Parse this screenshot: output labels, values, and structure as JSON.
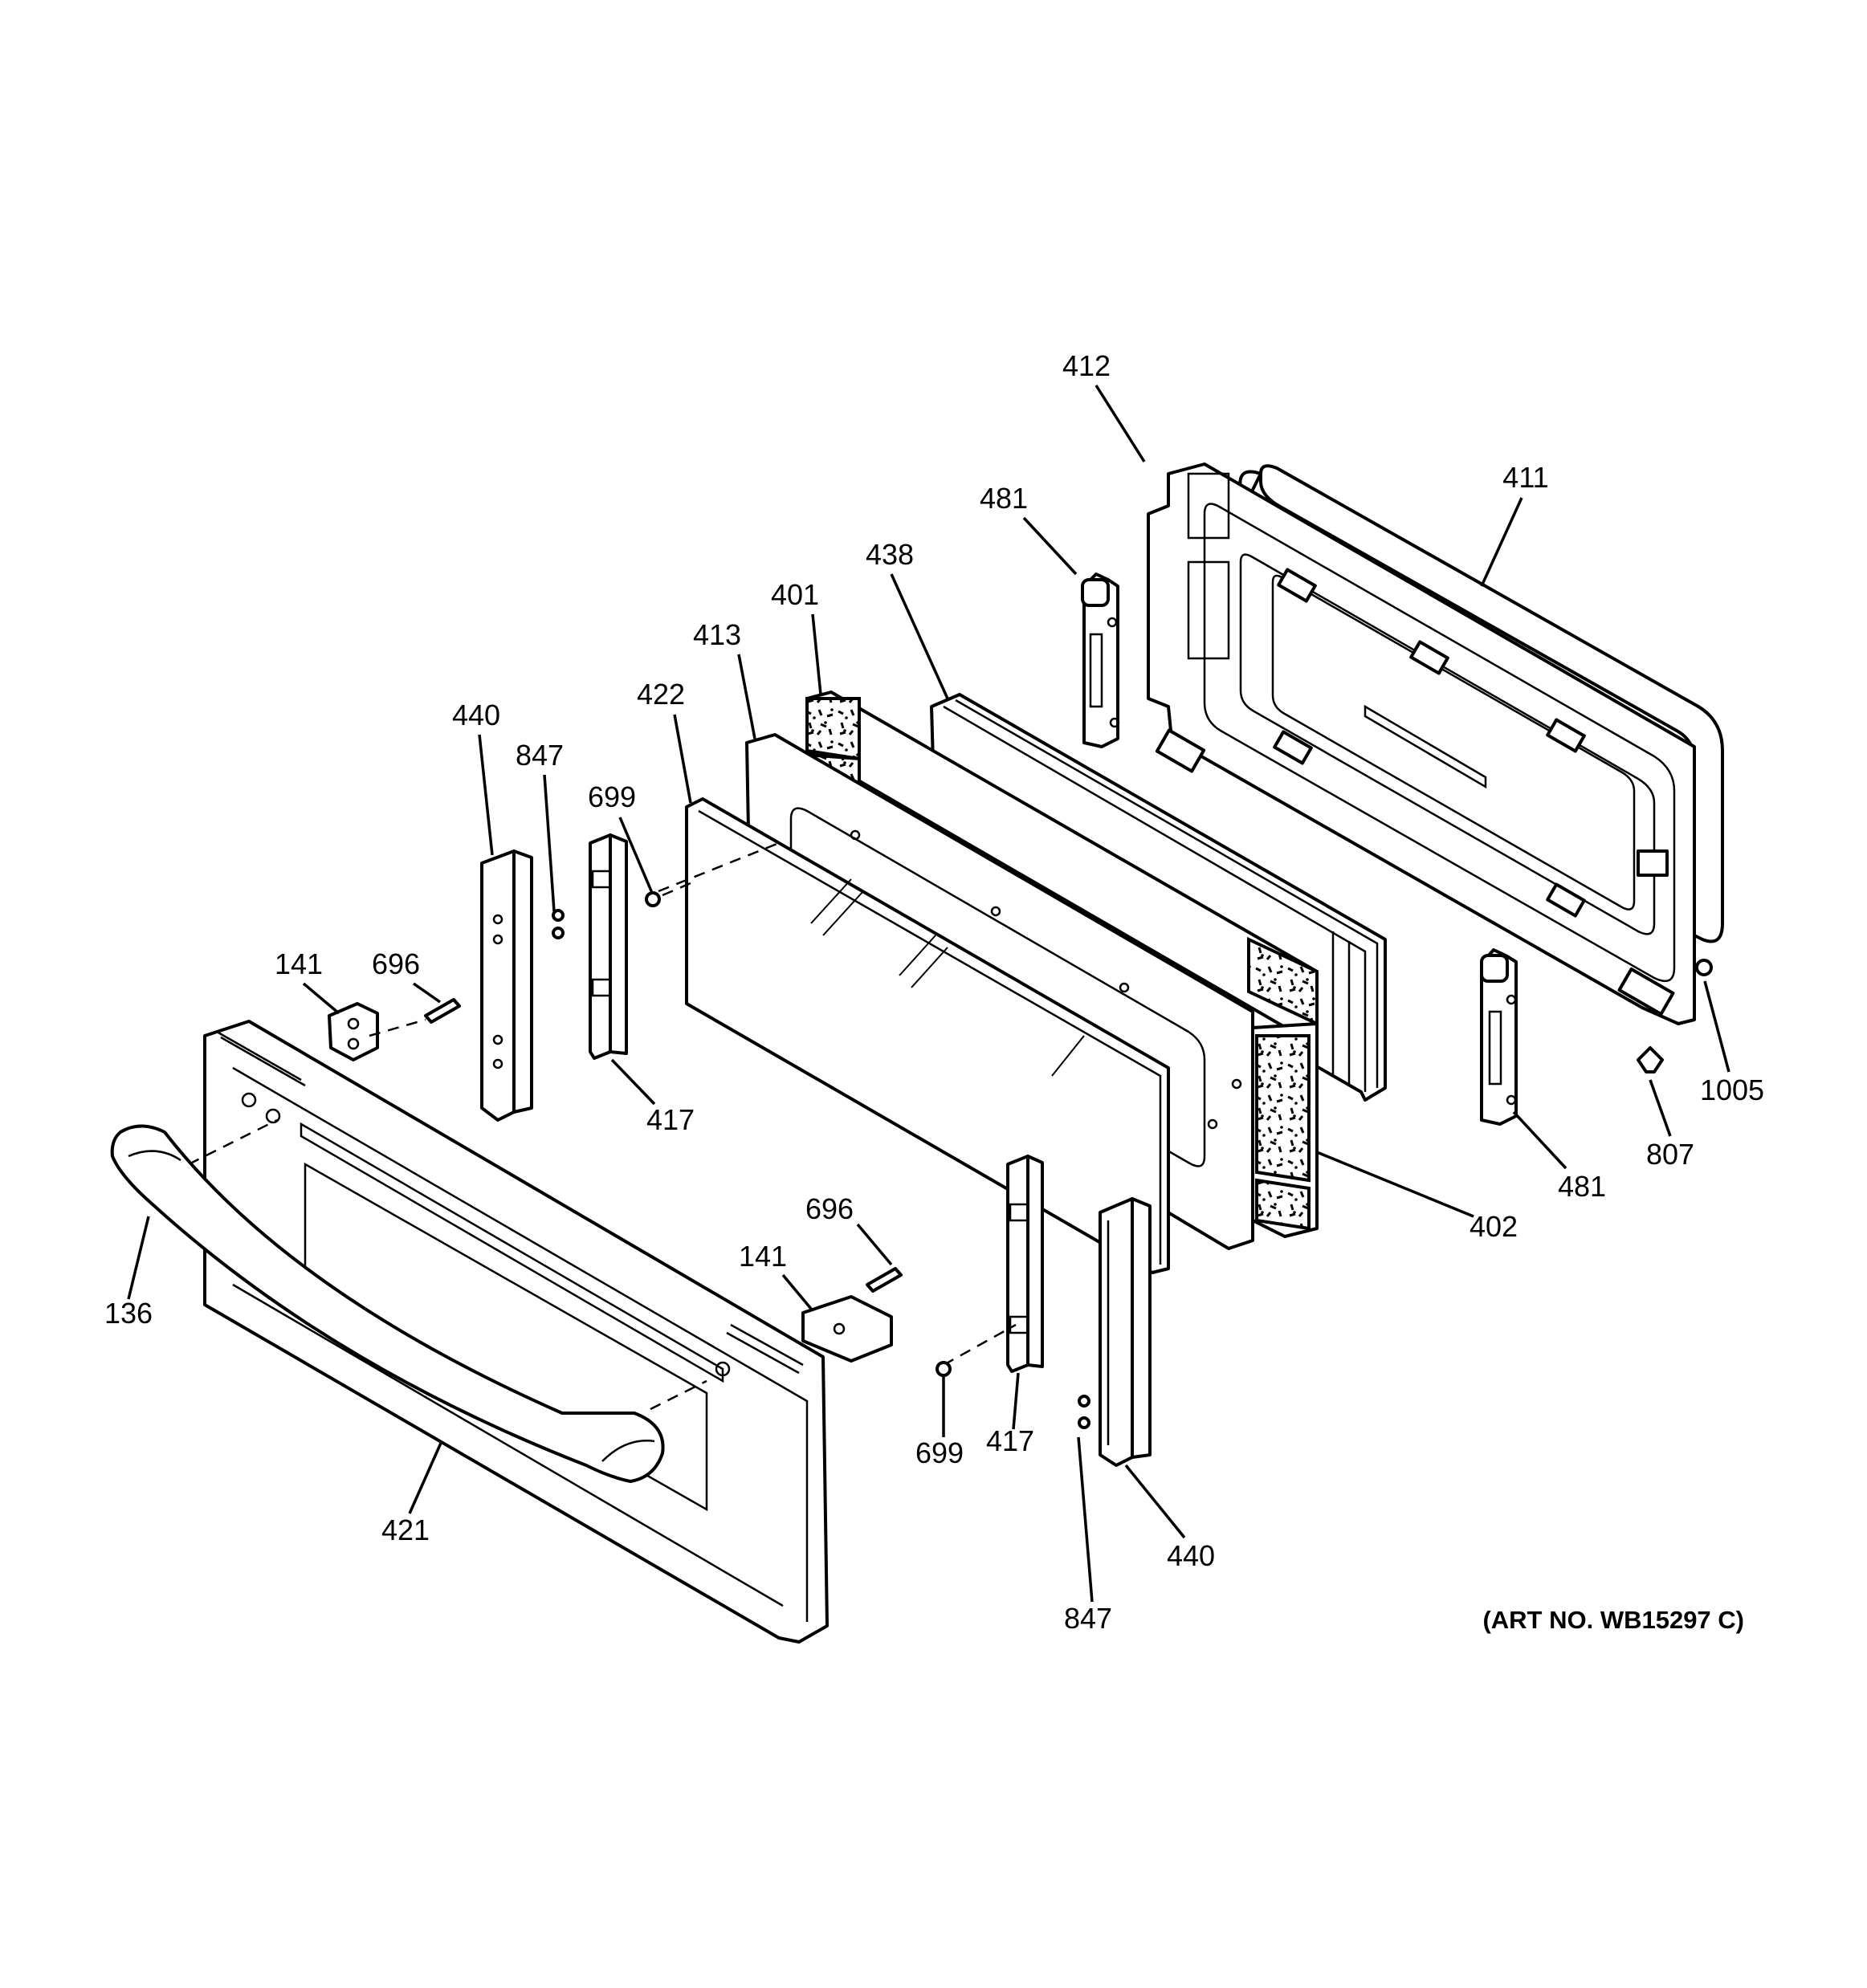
{
  "diagram": {
    "art_number": "(ART NO. WB15297 C)",
    "callouts": {
      "c412": "412",
      "c411": "411",
      "c481a": "481",
      "c438": "438",
      "c401": "401",
      "c413": "413",
      "c422": "422",
      "c440a": "440",
      "c847a": "847",
      "c699a": "699",
      "c141a": "141",
      "c696a": "696",
      "c417a": "417",
      "c1005": "1005",
      "c807": "807",
      "c481b": "481",
      "c402": "402",
      "c136": "136",
      "c696b": "696",
      "c141b": "141",
      "c699b": "699",
      "c417b": "417",
      "c440b": "440",
      "c847b": "847",
      "c421": "421"
    }
  }
}
